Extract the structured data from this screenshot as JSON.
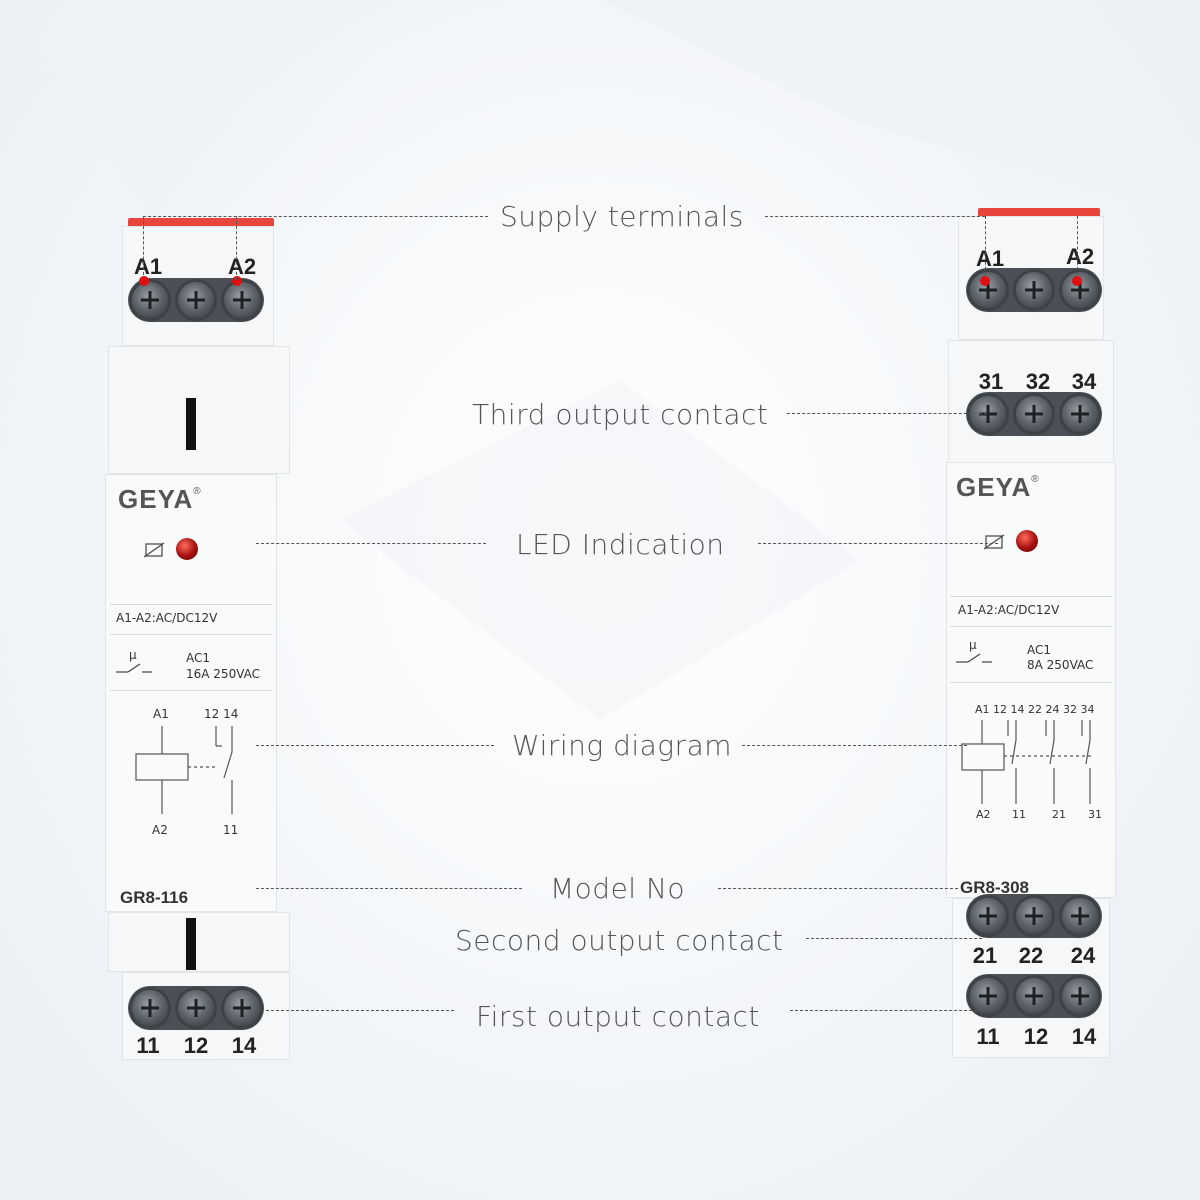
{
  "callouts": {
    "supply": "Supply terminals",
    "third": "Third output contact",
    "led": "LED Indication",
    "wiring": "Wiring diagram",
    "model": "Model No",
    "second": "Second output contact",
    "first": "First output contact"
  },
  "left_relay": {
    "top_terminals": [
      "A1",
      "A2"
    ],
    "brand": "GEYA",
    "brand_mark": "®",
    "voltage": "A1-A2:AC/DC12V",
    "contact_symbol": "μ",
    "rating_line1": "AC1",
    "rating_line2": "16A 250VAC",
    "diagram_top": [
      "A1",
      "12 14"
    ],
    "diagram_bottom": [
      "A2",
      "11"
    ],
    "model": "GR8-116",
    "bottom_terminals": [
      "11",
      "12",
      "14"
    ]
  },
  "right_relay": {
    "top_terminals": [
      "A1",
      "A2"
    ],
    "third_terminals": [
      "31",
      "32",
      "34"
    ],
    "brand": "GEYA",
    "brand_mark": "®",
    "voltage": "A1-A2:AC/DC12V",
    "contact_symbol": "μ",
    "rating_line1": "AC1",
    "rating_line2": "8A 250VAC",
    "diagram_top": "A1 12 14 22 24 32 34",
    "diagram_bottom": [
      "A2",
      "11",
      "21",
      "31"
    ],
    "model": "GR8-308",
    "second_terminals": [
      "21",
      "22",
      "24"
    ],
    "bottom_terminals": [
      "11",
      "12",
      "14"
    ]
  },
  "colors": {
    "accent_red": "#e8453c",
    "led_red": "#a30f0f",
    "text": "#555555"
  }
}
